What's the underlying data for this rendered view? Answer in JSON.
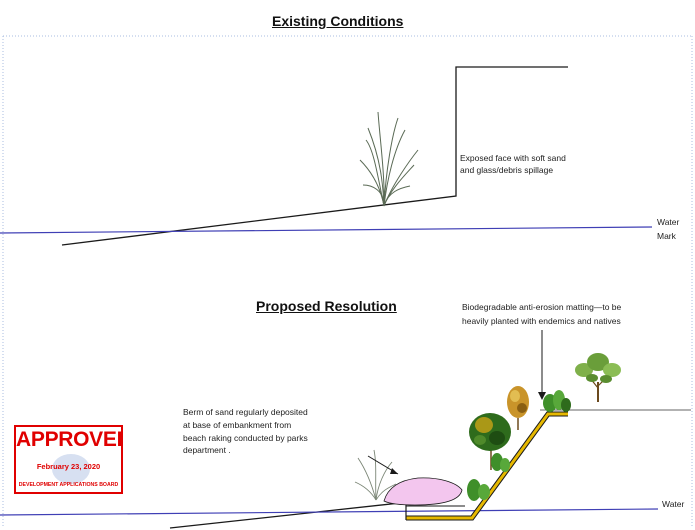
{
  "existing": {
    "title": "Existing Conditions",
    "note_lines": [
      "Exposed face with soft sand",
      "and glass/debris spillage"
    ],
    "water_mark_lines": [
      "Water",
      "Mark"
    ]
  },
  "proposed": {
    "title": "Proposed Resolution",
    "matting_note_lines": [
      "Biodegradable anti-erosion matting—to be",
      "heavily planted with endemics and natives"
    ],
    "berm_note_lines": [
      "Berm of sand regularly deposited",
      "at base of embankment  from",
      "beach raking conducted by parks",
      "department ."
    ],
    "water_mark_label": "Water"
  },
  "stamp": {
    "status": "APPROVED",
    "date": "February 23, 2020",
    "board": "DEVELOPMENT APPLICATIONS BOARD"
  },
  "colors": {
    "water_line": "#3f3fb5",
    "terrain_line": "#1a1a1a",
    "matting": "#e6b800",
    "berm": "#f3c6ee",
    "stamp": "#e00000"
  }
}
